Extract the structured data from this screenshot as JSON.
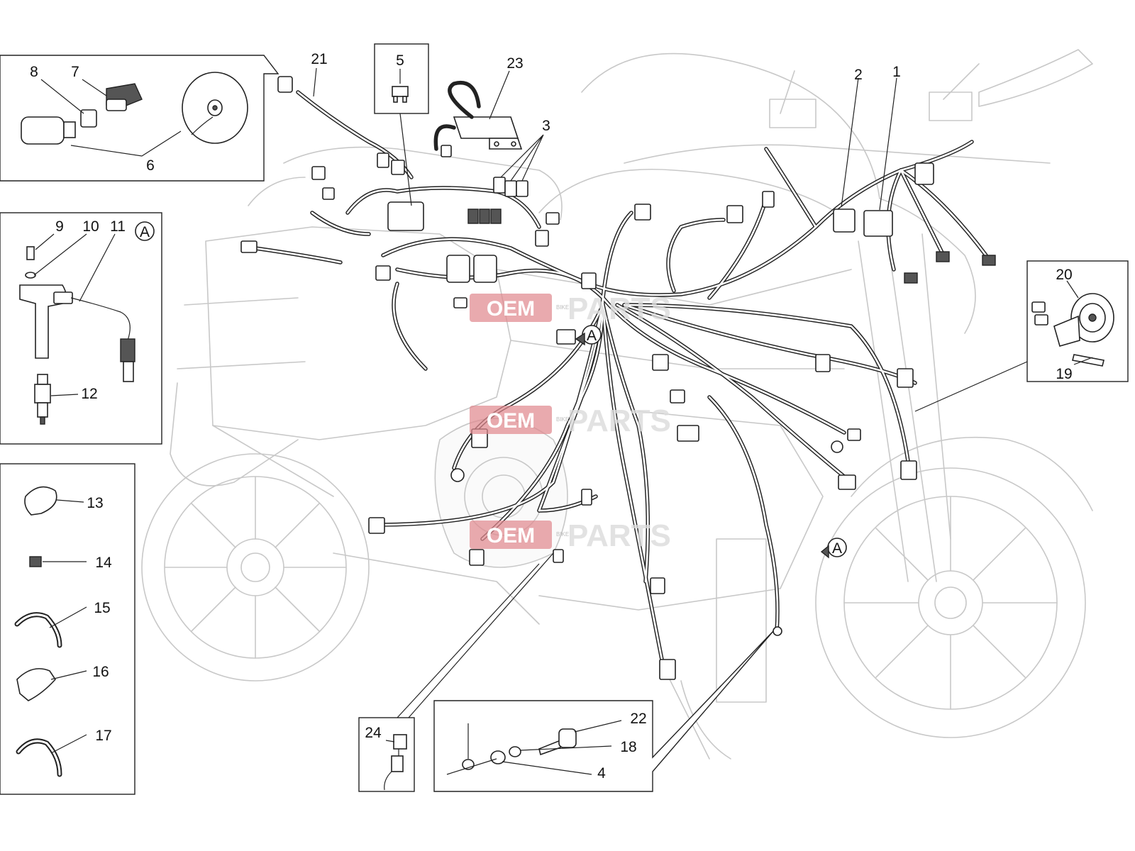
{
  "callouts": [
    {
      "id": "c1",
      "text": "1"
    },
    {
      "id": "c2",
      "text": "2"
    },
    {
      "id": "c3",
      "text": "3"
    },
    {
      "id": "c4",
      "text": "4"
    },
    {
      "id": "c5",
      "text": "5"
    },
    {
      "id": "c6",
      "text": "6"
    },
    {
      "id": "c7",
      "text": "7"
    },
    {
      "id": "c8",
      "text": "8"
    },
    {
      "id": "c9",
      "text": "9"
    },
    {
      "id": "c10",
      "text": "10"
    },
    {
      "id": "c11",
      "text": "11"
    },
    {
      "id": "c12",
      "text": "12"
    },
    {
      "id": "c13",
      "text": "13"
    },
    {
      "id": "c14",
      "text": "14"
    },
    {
      "id": "c15",
      "text": "15"
    },
    {
      "id": "c16",
      "text": "16"
    },
    {
      "id": "c17",
      "text": "17"
    },
    {
      "id": "c18",
      "text": "18"
    },
    {
      "id": "c19",
      "text": "19"
    },
    {
      "id": "c20",
      "text": "20"
    },
    {
      "id": "c21",
      "text": "21"
    },
    {
      "id": "c22",
      "text": "22"
    },
    {
      "id": "c23",
      "text": "23"
    },
    {
      "id": "c24",
      "text": "24"
    }
  ],
  "section_marker": "A",
  "watermark": {
    "brand": "OEM",
    "word": "PARTS",
    "small": "BIKE"
  },
  "colors": {
    "line": "#222222",
    "ghost": "#c8c8c8",
    "watermark": "#e0898f"
  }
}
